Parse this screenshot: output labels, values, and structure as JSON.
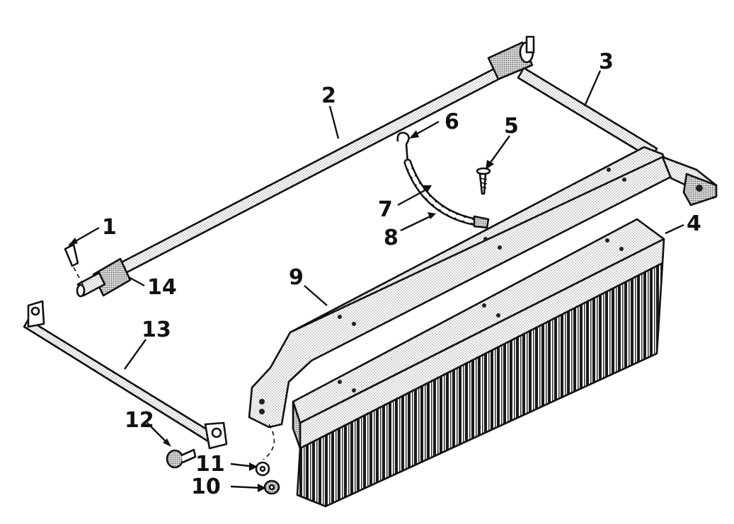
{
  "diagram": {
    "callouts": [
      {
        "id": "1",
        "label": "1"
      },
      {
        "id": "2",
        "label": "2"
      },
      {
        "id": "3",
        "label": "3"
      },
      {
        "id": "4",
        "label": "4"
      },
      {
        "id": "5",
        "label": "5"
      },
      {
        "id": "6",
        "label": "6"
      },
      {
        "id": "7",
        "label": "7"
      },
      {
        "id": "8",
        "label": "8"
      },
      {
        "id": "9",
        "label": "9"
      },
      {
        "id": "10",
        "label": "10"
      },
      {
        "id": "11",
        "label": "11"
      },
      {
        "id": "12",
        "label": "12"
      },
      {
        "id": "13",
        "label": "13"
      },
      {
        "id": "14",
        "label": "14"
      }
    ]
  },
  "colors": {
    "ink": "#111111",
    "stipple": "#9a9a9a",
    "paper": "#ffffff",
    "bristle": "#1a1a1a"
  }
}
